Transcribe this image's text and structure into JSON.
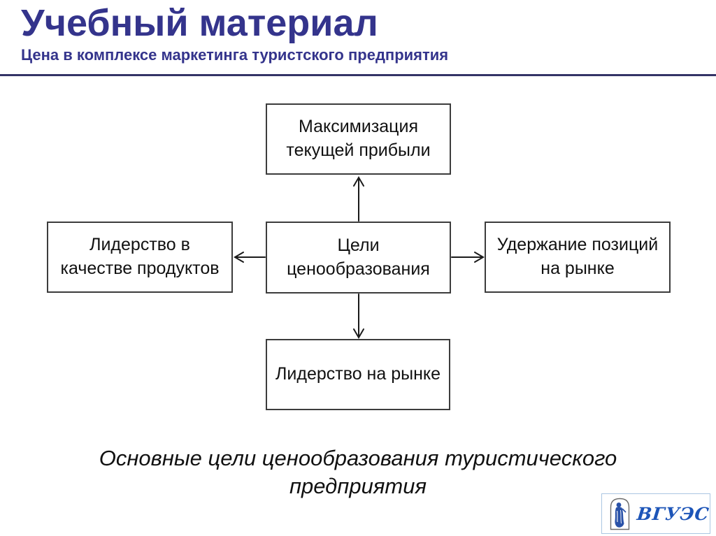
{
  "header": {
    "title": "Учебный материал",
    "subtitle": "Цена в комплексе маркетинга туристского предприятия"
  },
  "diagram": {
    "center_box": "Цели ценообразования",
    "top_box": "Максимизация текущей прибыли",
    "left_box": "Лидерство в качестве продуктов",
    "right_box": "Удержание позиций на рынке",
    "bottom_box": "Лидерство на рынке",
    "arrows": [
      "center-to-top",
      "center-to-bottom",
      "center-to-left",
      "center-to-right"
    ]
  },
  "caption": "Основные цели ценообразования туристического предприятия",
  "logo": {
    "text": "ВГУЭС",
    "emblem_icon": "statue-arch-icon"
  },
  "colors": {
    "heading": "#34348c",
    "divider": "#333366",
    "box_border": "#3c3c3c",
    "box_text": "#111111",
    "arrow": "#1a1a1a",
    "logo_text": "#1d55b8",
    "logo_border": "#aac6e2"
  }
}
